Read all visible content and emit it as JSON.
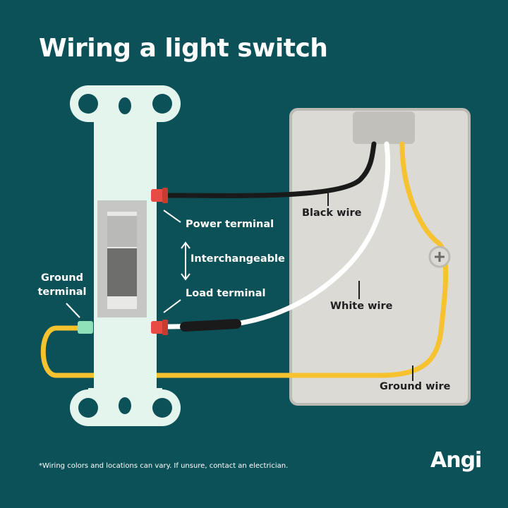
{
  "title": "Wiring a light switch",
  "labels": {
    "power_terminal": "Power terminal",
    "interchangeable": "Interchangeable",
    "load_terminal": "Load terminal",
    "ground_terminal_line1": "Ground",
    "ground_terminal_line2": "terminal",
    "black_wire": "Black wire",
    "white_wire": "White wire",
    "ground_wire": "Ground wire"
  },
  "footnote": "*Wiring colors and locations can vary. If unsure, contact an electrician.",
  "brand": "Angi",
  "colors": {
    "background": "#0d5158",
    "switch_body": "#e4f5ee",
    "box": "#dcdad5",
    "black_wire": "#1a1a1a",
    "white_wire": "#ffffff",
    "ground_wire": "#f6c230",
    "terminal": "#e84b43",
    "ground_terminal": "#8ee0b8"
  }
}
